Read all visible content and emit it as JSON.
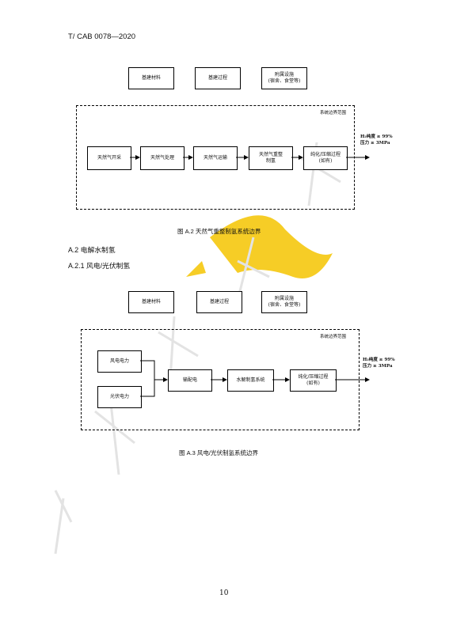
{
  "header": {
    "standard_id": "T/ CAB 0078—2020"
  },
  "figure_a2": {
    "top_boxes": [
      "基建材料",
      "基建过程",
      "附属设施\n(宿舍、食堂等)"
    ],
    "boundary_label": "系统边界范围",
    "process": [
      "天然气开采",
      "天然气处理",
      "天然气运输",
      "天然气重整\n制氢",
      "纯化/压缩过程\n(如有)"
    ],
    "output": [
      "H₂纯度 ≥ 99%",
      "压力 ≥ 3MPa"
    ],
    "caption": "图 A.2  天然气重整制氢系统边界"
  },
  "section_a2": {
    "title": "A.2 电解水制氢"
  },
  "section_a21": {
    "title": "A.2.1  风电/光伏制氢"
  },
  "figure_a3": {
    "top_boxes": [
      "基建材料",
      "基建过程",
      "附属设施\n(宿舍、食堂等)"
    ],
    "boundary_label": "系统边界范围",
    "sources": [
      "风电电力",
      "光伏电力"
    ],
    "process": [
      "输配电",
      "水解制氢系统",
      "纯化/压缩过程\n(如有)"
    ],
    "output": [
      "H₂纯度 ≥ 99%",
      "压力 ≥ 3MPa"
    ],
    "caption": "图 A.3  风电/光伏制氢系统边界"
  },
  "footer": {
    "page_number": "10"
  }
}
